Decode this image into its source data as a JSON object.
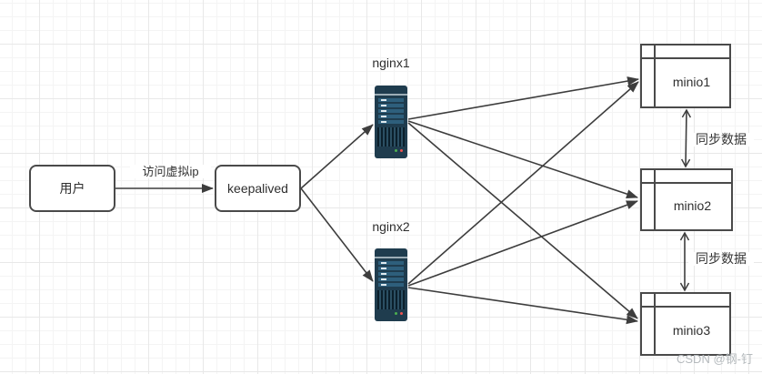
{
  "diagram": {
    "nodes": {
      "user": {
        "label": "用户"
      },
      "keepalived": {
        "label": "keepalived"
      },
      "nginx1": {
        "label": "nginx1"
      },
      "nginx2": {
        "label": "nginx2"
      },
      "minio1": {
        "label": "minio1"
      },
      "minio2": {
        "label": "minio2"
      },
      "minio3": {
        "label": "minio3"
      }
    },
    "edge_labels": {
      "access_vip": "访问虚拟ip",
      "sync_1": "同步数据",
      "sync_2": "同步数据"
    },
    "icons": {
      "nginx1": "server-tower-icon",
      "nginx2": "server-tower-icon"
    },
    "watermark": "CSDN @钢-钉",
    "colors": {
      "connector": "#3d3d3d",
      "node_border": "#4a4a4a",
      "node_fill": "#ffffff",
      "server_body": "#1f3c4e",
      "server_panel": "#2e5f7c",
      "led_green": "#4caf50",
      "led_red": "#ef5350",
      "label_text": "#333333",
      "watermark_text": "#b5babd",
      "grid_minor": "#f4f4f4",
      "grid_major": "#e8e8e8"
    }
  }
}
